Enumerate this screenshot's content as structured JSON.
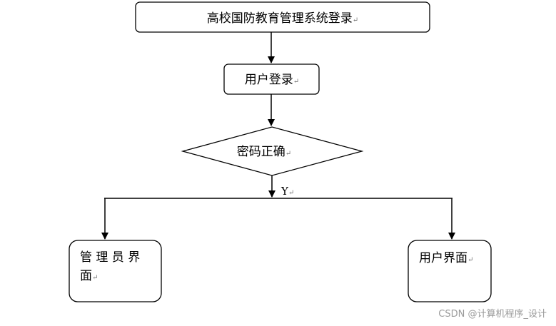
{
  "flowchart": {
    "title_box": {
      "label": "高校国防教育管理系统登录",
      "mark": "↵"
    },
    "login_box": {
      "label": "用户登录",
      "mark": "↵"
    },
    "decision": {
      "label": "密码正确",
      "mark": "↵"
    },
    "branch_label": {
      "label": "Y",
      "mark": "↵"
    },
    "admin_box": {
      "line1": "管 理 员 界",
      "line2": "面",
      "mark": "↵"
    },
    "user_box": {
      "label": "用户界面",
      "mark": "↵"
    }
  },
  "watermark": {
    "text": "CSDN @计算机程序_设计"
  },
  "colors": {
    "stroke": "#000000",
    "text": "#000000",
    "background": "#ffffff",
    "watermark": "#9a9a9a"
  }
}
